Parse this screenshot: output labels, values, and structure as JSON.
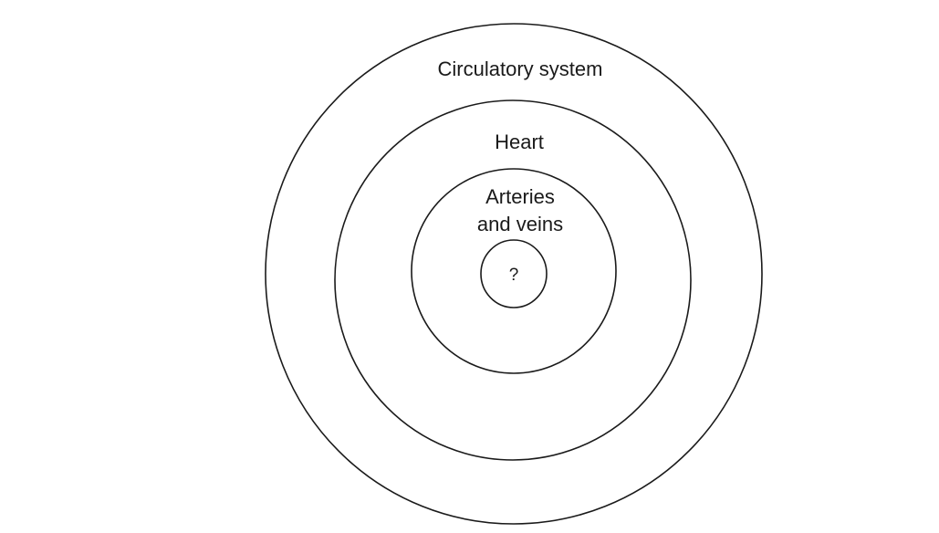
{
  "diagram": {
    "levels": [
      {
        "label": "Circulatory system"
      },
      {
        "label": "Heart"
      },
      {
        "label_line1": "Arteries",
        "label_line2": "and veins"
      },
      {
        "label": "?"
      }
    ],
    "stroke_color": "#1a1a1a"
  }
}
